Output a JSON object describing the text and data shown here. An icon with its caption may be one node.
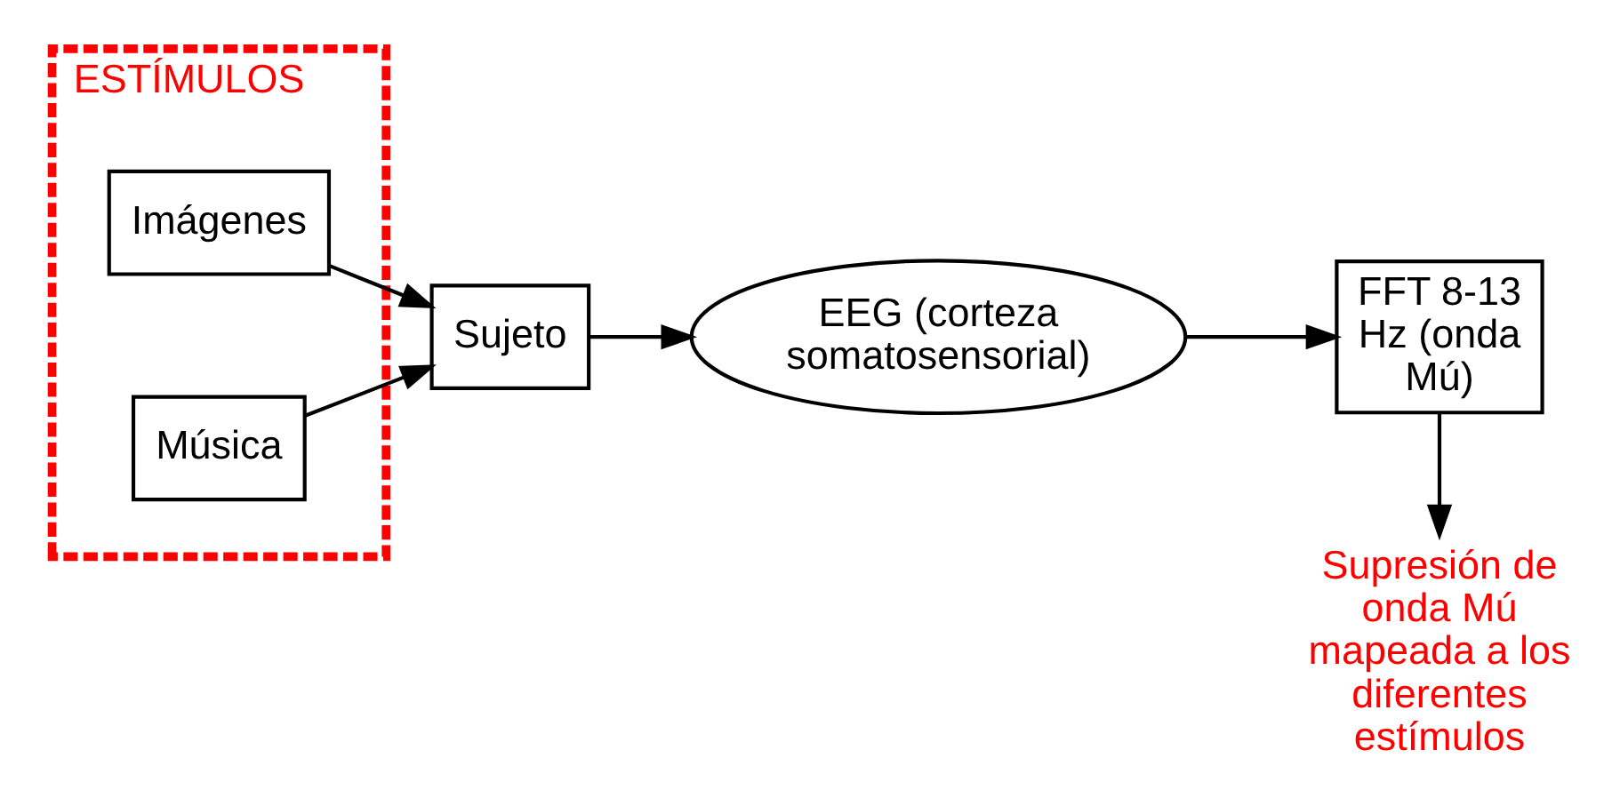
{
  "diagram": {
    "nodes": [
      {
        "text": [
          "ESTÍMULOS"
        ]
      },
      {
        "text": [
          "Imágenes"
        ],
        "in": 0
      },
      {
        "text": [
          "Música"
        ],
        "in": 0
      },
      {
        "text": [
          "Sujeto"
        ]
      },
      {
        "text": [
          "EEG (corteza somatosensorial)"
        ]
      },
      {
        "text": [
          "FFT 8-13 Hz (onda Mú)"
        ]
      },
      {
        "text": [
          "Supresión de onda Mú mapeada a los diferentes estímulos"
        ]
      }
    ],
    "edges": [
      {
        "from": 1,
        "to": 3,
        "arrow": "to"
      },
      {
        "from": 2,
        "to": 3,
        "arrow": "to"
      },
      {
        "from": 3,
        "to": 4,
        "arrow": "to"
      },
      {
        "from": 4,
        "to": 5,
        "arrow": "to"
      },
      {
        "from": 5,
        "to": 6,
        "arrow": "to"
      }
    ]
  }
}
